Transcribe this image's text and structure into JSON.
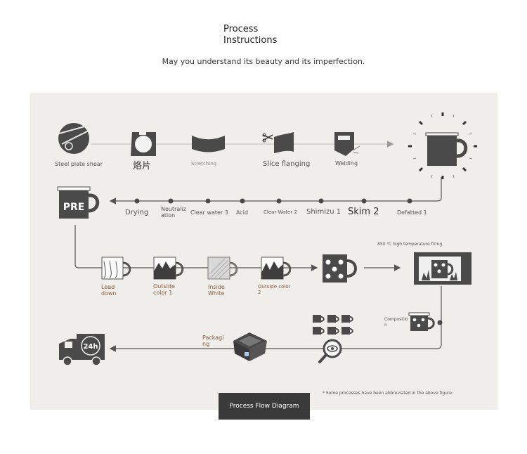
{
  "header": {
    "title_line1": "Process",
    "title_line2": "Instructions",
    "subtitle": "May you understand its beauty and its imperfection."
  },
  "row1": {
    "steel_plate_shear": "Steel plate shear",
    "chinese_step": "烙片",
    "stretching": "Stretching",
    "slice_flanging": "Slice flanging",
    "welding": "Welding"
  },
  "row2": {
    "drying": "Drying",
    "neutralization": "Neutralization",
    "clear_water_3": "Clear water 3",
    "acid": "Acid",
    "clear_water_2": "Clear Water 2",
    "shimizu_1": "Shimizu 1",
    "skim_2": "Skim 2",
    "defatted_1": "Defatted 1",
    "pre_badge": "PRE"
  },
  "row3": {
    "lead_down": "Lead down",
    "outside_color_1": "Outside color 1",
    "inside_white": "Inside White",
    "outside_color_2": "Outside color 2",
    "firing_label": "850 ℃ high temperature firing"
  },
  "row4": {
    "composition": "Composition",
    "packaging": "Packaging",
    "truck_badge": "24h"
  },
  "footer": {
    "note": "* Some processes have been abbreviated in the above figure.",
    "caption": "Process Flow Diagram"
  },
  "colors": {
    "panel": "#efeeea",
    "dark": "#4a4a4a",
    "line": "#8a8a8a",
    "accent_brown": "#8a5a3a"
  }
}
